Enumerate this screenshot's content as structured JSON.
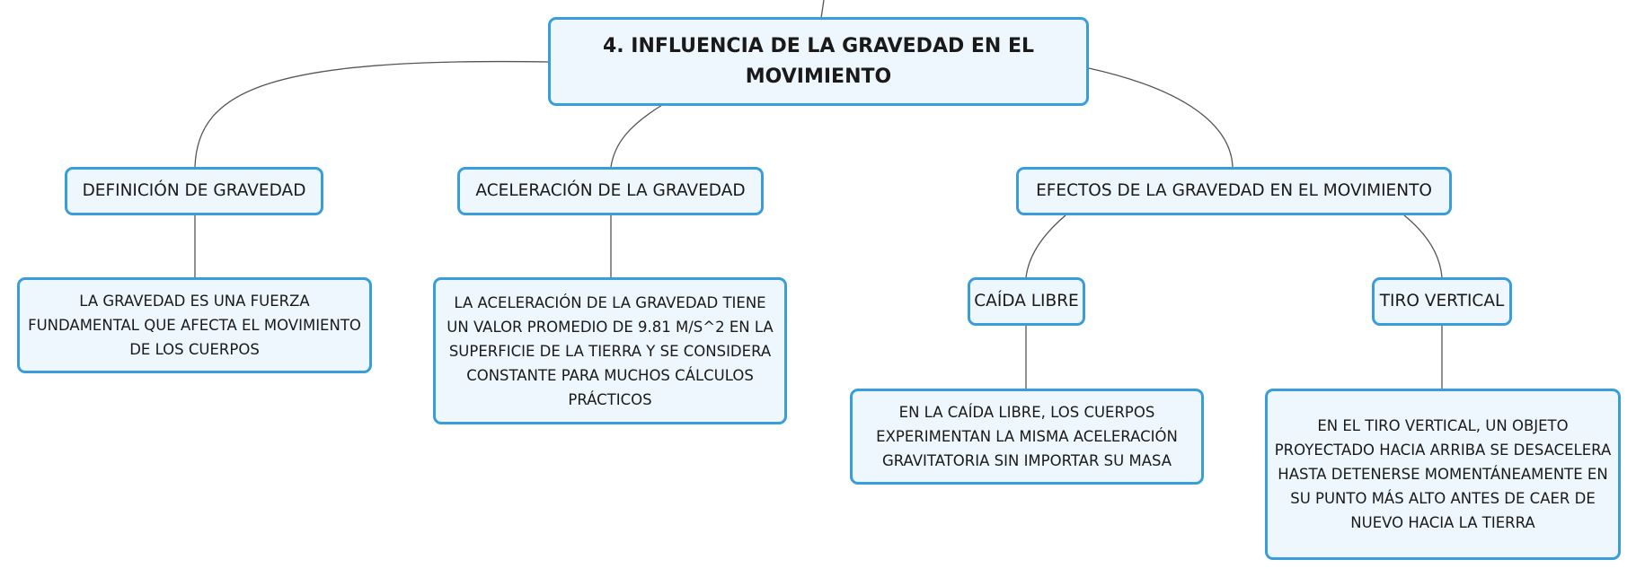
{
  "root": {
    "title": "4. INFLUENCIA DE LA GRAVEDAD EN EL MOVIMIENTO"
  },
  "topics": {
    "definicion": {
      "title": "DEFINICIÓN DE GRAVEDAD",
      "detail": "LA GRAVEDAD ES UNA FUERZA FUNDAMENTAL QUE AFECTA EL MOVIMIENTO DE LOS CUERPOS"
    },
    "aceleracion": {
      "title": "ACELERACIÓN DE LA GRAVEDAD",
      "detail": "LA ACELERACIÓN DE LA GRAVEDAD TIENE UN VALOR PROMEDIO DE 9.81 M/S^2 EN LA SUPERFICIE DE LA TIERRA Y SE CONSIDERA CONSTANTE PARA MUCHOS CÁLCULOS PRÁCTICOS"
    },
    "efectos": {
      "title": "EFECTOS DE LA GRAVEDAD EN EL MOVIMIENTO",
      "caida_libre": {
        "title": "CAÍDA LIBRE",
        "detail": "EN LA CAÍDA LIBRE, LOS CUERPOS EXPERIMENTAN LA MISMA ACELERACIÓN GRAVITATORIA SIN IMPORTAR SU MASA"
      },
      "tiro_vertical": {
        "title": "TIRO VERTICAL",
        "detail": "EN EL TIRO VERTICAL, UN OBJETO PROYECTADO HACIA ARRIBA SE DESACELERA HASTA DETENERSE MOMENTÁNEAMENTE EN SU PUNTO MÁS ALTO ANTES DE CAER DE NUEVO HACIA LA TIERRA"
      }
    }
  },
  "colors": {
    "node_border": "#3a9ddb",
    "node_fill": "#eef7fd",
    "connector": "#555555",
    "text": "#1a1a1a"
  }
}
